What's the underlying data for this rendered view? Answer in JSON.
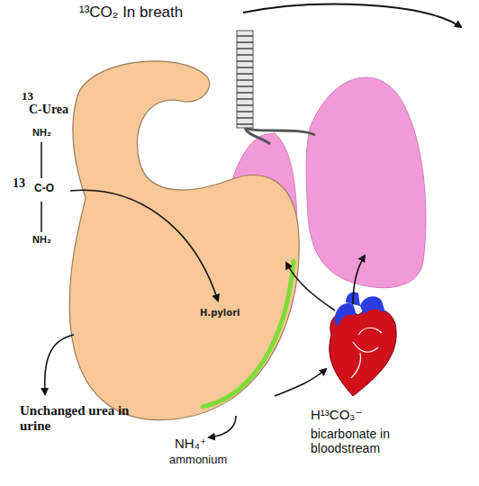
{
  "diagram": {
    "nodes": [
      {
        "text": [
          "H.pylori"
        ]
      }
    ],
    "labels": [
      "13",
      "C-Urea",
      "NH₂",
      "13",
      "C-O",
      "NH₂",
      "¹³CO₂ In breath",
      "Unchanged urea in urine",
      "NH₄⁺",
      "ammonium",
      "H¹³CO₃⁻",
      "bicarbonate in bloodstream"
    ]
  }
}
